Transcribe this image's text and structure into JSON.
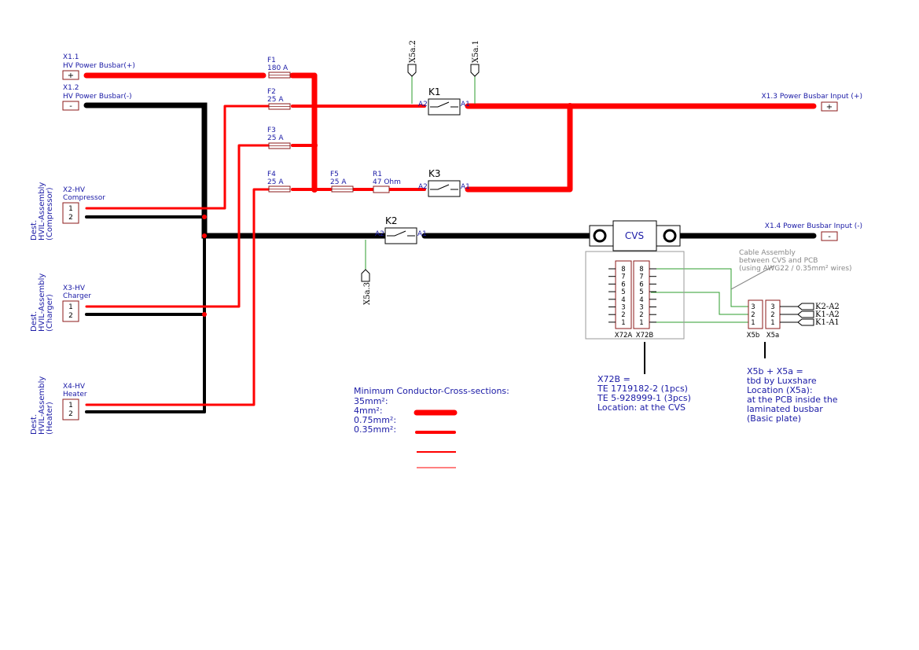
{
  "colors": {
    "hv_positive": "#ff0000",
    "hv_negative": "#000000",
    "signal_wire": "#2e9e2e",
    "label_blue": "#1a1aa6",
    "component_red": "#8b1a1a"
  },
  "connectors": {
    "x11": {
      "id": "X1.1",
      "name": "HV Power Busbar(+)",
      "symbol": "+"
    },
    "x12": {
      "id": "X1.2",
      "name": "HV Power Busbar(-)",
      "symbol": "-"
    },
    "x13": {
      "label": "X1.3 Power Busbar Input (+)",
      "symbol": "+"
    },
    "x14": {
      "label": "X1.4 Power Busbar Input (-)",
      "symbol": "-"
    },
    "x2": {
      "id": "X2-HV",
      "name": "Compressor",
      "pin1": "1",
      "pin2": "2"
    },
    "x3": {
      "id": "X3-HV",
      "name": "Charger",
      "pin1": "1",
      "pin2": "2"
    },
    "x4": {
      "id": "X4-HV",
      "name": "Heater",
      "pin1": "1",
      "pin2": "2"
    }
  },
  "destinations": {
    "compressor": {
      "line1": "Dest.",
      "line2": "HVIL-Assembly",
      "line3": "(Compressor)"
    },
    "charger": {
      "line1": "Dest.",
      "line2": "HVIL-Assembly",
      "line3": "(Charger)"
    },
    "heater": {
      "line1": "Dest.",
      "line2": "HVIL-Assembly",
      "line3": "(Heater)"
    }
  },
  "fuses": {
    "f1": {
      "name": "F1",
      "rating": "180 A"
    },
    "f2": {
      "name": "F2",
      "rating": "25 A"
    },
    "f3": {
      "name": "F3",
      "rating": "25 A"
    },
    "f4": {
      "name": "F4",
      "rating": "25 A"
    },
    "f5": {
      "name": "F5",
      "rating": "25 A"
    }
  },
  "resistor": {
    "name": "R1",
    "value": "47 Ohm"
  },
  "contactors": {
    "k1": {
      "name": "K1",
      "a2": "A2",
      "a1": "A1"
    },
    "k2": {
      "name": "K2",
      "a2": "A2",
      "a1": "A1"
    },
    "k3": {
      "name": "K3",
      "a2": "A2",
      "a1": "A1"
    }
  },
  "signal_terminals": {
    "x5a1": "X5a.1",
    "x5a2": "X5a.2",
    "x5a3": "X5a.3"
  },
  "cvs": {
    "label": "CVS"
  },
  "x72": {
    "a_label": "X72A",
    "b_label": "X72B",
    "pins": [
      "8",
      "7",
      "6",
      "5",
      "4",
      "3",
      "2",
      "1"
    ]
  },
  "x5": {
    "b_label": "X5b",
    "a_label": "X5a",
    "pins": [
      "3",
      "2",
      "1"
    ],
    "outputs": [
      "K2-A2",
      "K1-A2",
      "K1-A1"
    ]
  },
  "cable_note": {
    "line1": "Cable Assembly",
    "line2": "between CVS and PCB",
    "line3": "(using AWG22 / 0.35mm² wires)"
  },
  "x72b_note": {
    "line1": "X72B =",
    "line2": "TE 1719182-2 (1pcs)",
    "line3": "TE 5-928999-1 (3pcs)",
    "line4": "Location: at the CVS"
  },
  "x5_note": {
    "line1": "X5b + X5a =",
    "line2": "tbd by Luxshare",
    "line3": "Location (X5a):",
    "line4": "at the PCB inside the",
    "line5": "laminated busbar",
    "line6": "(Basic plate)"
  },
  "legend": {
    "title": "Minimum Conductor-Cross-sections:",
    "items": [
      "35mm²:",
      "4mm²:",
      "0.75mm²:",
      "0.35mm²:"
    ]
  }
}
